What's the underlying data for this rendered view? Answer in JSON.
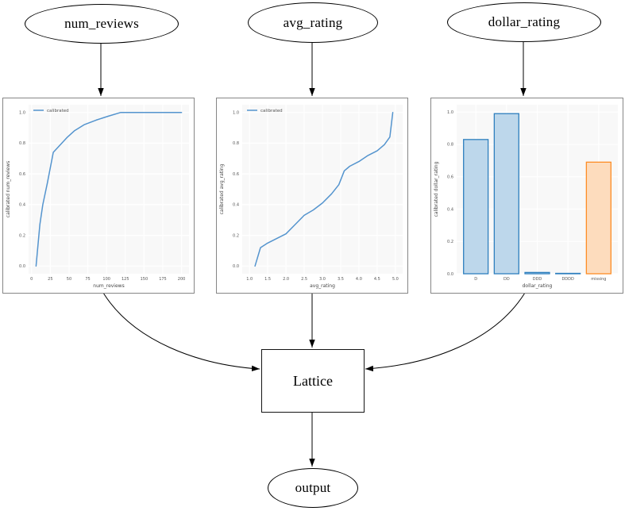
{
  "nodes": {
    "num_reviews": {
      "label": "num_reviews"
    },
    "avg_rating": {
      "label": "avg_rating"
    },
    "dollar_rating": {
      "label": "dollar_rating"
    },
    "lattice": {
      "label": "Lattice"
    },
    "output": {
      "label": "output"
    }
  },
  "edges": [
    {
      "from": "num_reviews",
      "to": "calibrator-num-reviews"
    },
    {
      "from": "avg_rating",
      "to": "calibrator-avg-rating"
    },
    {
      "from": "dollar_rating",
      "to": "calibrator-dollar-rating"
    },
    {
      "from": "calibrator-num-reviews",
      "to": "lattice"
    },
    {
      "from": "calibrator-avg-rating",
      "to": "lattice"
    },
    {
      "from": "calibrator-dollar-rating",
      "to": "lattice"
    },
    {
      "from": "lattice",
      "to": "output"
    }
  ],
  "colors": {
    "line_blue": "#5494ce",
    "bar_blue_fill": "#bdd7eb",
    "bar_blue_edge": "#2e7fbe",
    "bar_orange_fill": "#fddcbd",
    "bar_orange_edge": "#fd8d26",
    "plot_bg": "#f8f8f8",
    "grid": "#ffffff",
    "tick_text": "#555555",
    "label_text": "#444444",
    "edge_line": "#000000"
  },
  "chart_data": [
    {
      "type": "line",
      "title": "",
      "xlabel": "num_reviews",
      "ylabel": "calibrated num_reviews",
      "legend": [
        "calibrated"
      ],
      "legend_position": "upper left",
      "grid": true,
      "xlim": [
        -4,
        210
      ],
      "ylim": [
        -0.05,
        1.05
      ],
      "xticks": [
        0,
        25,
        50,
        75,
        100,
        125,
        150,
        175,
        200
      ],
      "xtick_labels": [
        "0",
        "25",
        "50",
        "75",
        "100",
        "125",
        "150",
        "175",
        "200"
      ],
      "yticks": [
        0.0,
        0.2,
        0.4,
        0.6,
        0.8,
        1.0
      ],
      "ytick_labels": [
        "0.0",
        "0.2",
        "0.4",
        "0.6",
        "0.8",
        "1.0"
      ],
      "points": [
        [
          6,
          0.0
        ],
        [
          11,
          0.27
        ],
        [
          15,
          0.4
        ],
        [
          21,
          0.54
        ],
        [
          29,
          0.74
        ],
        [
          47,
          0.835
        ],
        [
          57,
          0.88
        ],
        [
          70,
          0.92
        ],
        [
          86,
          0.95
        ],
        [
          102,
          0.975
        ],
        [
          119,
          1.0
        ],
        [
          200,
          1.0
        ]
      ]
    },
    {
      "type": "line",
      "title": "",
      "xlabel": "avg_rating",
      "ylabel": "calibrated avg_rating",
      "legend": [
        "calibrated"
      ],
      "legend_position": "upper left",
      "grid": true,
      "xlim": [
        0.8,
        5.2
      ],
      "ylim": [
        -0.05,
        1.05
      ],
      "xticks": [
        1.0,
        1.5,
        2.0,
        2.5,
        3.0,
        3.5,
        4.0,
        4.5,
        5.0
      ],
      "xtick_labels": [
        "1.0",
        "1.5",
        "2.0",
        "2.5",
        "3.0",
        "3.5",
        "4.0",
        "4.5",
        "5.0"
      ],
      "yticks": [
        0.0,
        0.2,
        0.4,
        0.6,
        0.8,
        1.0
      ],
      "ytick_labels": [
        "0.0",
        "0.2",
        "0.4",
        "0.6",
        "0.8",
        "1.0"
      ],
      "points": [
        [
          1.15,
          0.0
        ],
        [
          1.3,
          0.12
        ],
        [
          1.5,
          0.15
        ],
        [
          2.0,
          0.21
        ],
        [
          2.25,
          0.27
        ],
        [
          2.5,
          0.33
        ],
        [
          2.75,
          0.365
        ],
        [
          3.0,
          0.41
        ],
        [
          3.25,
          0.47
        ],
        [
          3.45,
          0.53
        ],
        [
          3.6,
          0.62
        ],
        [
          3.75,
          0.65
        ],
        [
          4.0,
          0.68
        ],
        [
          4.25,
          0.72
        ],
        [
          4.5,
          0.75
        ],
        [
          4.7,
          0.79
        ],
        [
          4.85,
          0.84
        ],
        [
          4.93,
          1.0
        ]
      ]
    },
    {
      "type": "bar",
      "title": "",
      "xlabel": "dollar_rating",
      "ylabel": "calibrated dollar_rating",
      "grid": true,
      "categories": [
        "D",
        "DD",
        "DDD",
        "DDDD",
        "missing"
      ],
      "values": [
        0.83,
        0.99,
        0.008,
        0.002,
        0.69
      ],
      "bar_colors": [
        "blue",
        "blue",
        "blue",
        "blue",
        "orange"
      ],
      "xlim": [
        -0.625,
        4.625
      ],
      "ylim": [
        0,
        1.045
      ],
      "yticks": [
        0.0,
        0.2,
        0.4,
        0.6,
        0.8,
        1.0
      ],
      "ytick_labels": [
        "0.0",
        "0.2",
        "0.4",
        "0.6",
        "0.8",
        "1.0"
      ]
    }
  ]
}
